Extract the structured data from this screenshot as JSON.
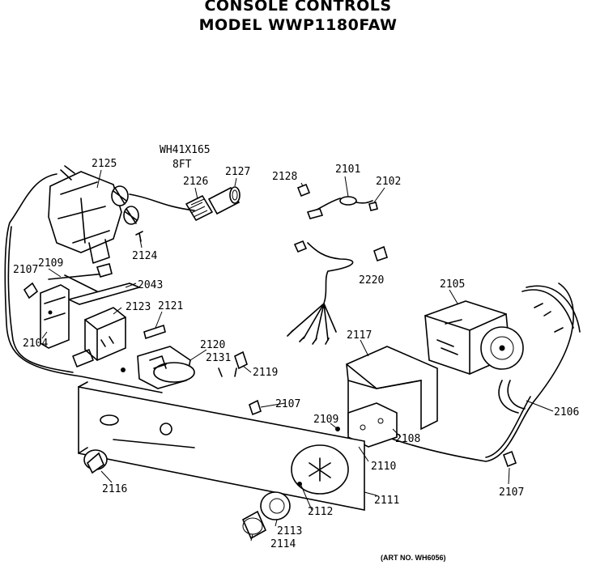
{
  "header": {
    "title_line1": "CONSOLE CONTROLS",
    "title_line2": "MODEL WWP1180FAW"
  },
  "callouts": {
    "hose_part": "WH41X165",
    "hose_length": "8FT"
  },
  "part_labels": [
    "2125",
    "2126",
    "2127",
    "2128",
    "2101",
    "2102",
    "2124",
    "2107",
    "2109",
    "2043",
    "2220",
    "2105",
    "2123",
    "2121",
    "2104",
    "2117",
    "2120",
    "2131",
    "2119",
    "2107",
    "2109",
    "2108",
    "2106",
    "2110",
    "2116",
    "2111",
    "2112",
    "2113",
    "2114",
    "2107"
  ],
  "footer": {
    "art_number": "(ART NO. WH6056)"
  }
}
